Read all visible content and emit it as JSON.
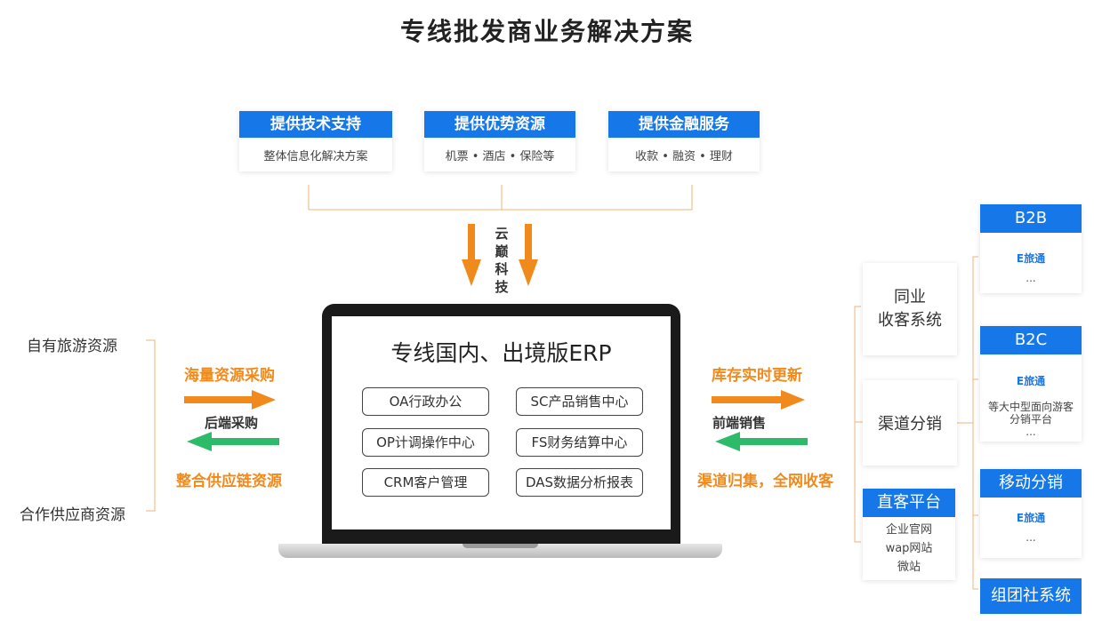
{
  "title": "专线批发商业务解决方案",
  "services": [
    {
      "label": "提供技术支持",
      "sub": "整体信息化解决方案"
    },
    {
      "label": "提供优势资源",
      "sub": "机票 • 酒店 • 保险等"
    },
    {
      "label": "提供金融服务",
      "sub": "收款 • 融资 • 理财"
    }
  ],
  "vendor": [
    "云",
    "巅",
    "科",
    "技"
  ],
  "left": {
    "source_top": "自有旅游资源",
    "source_bottom": "合作供应商资源",
    "flow_top": "海量资源采购",
    "flow_mid": "后端采购",
    "flow_bottom": "整合供应链资源"
  },
  "erp": {
    "title": "专线国内、出境版ERP",
    "modules": [
      "OA行政办公",
      "SC产品销售中心",
      "OP计调操作中心",
      "FS财务结算中心",
      "CRM客户管理",
      "DAS数据分析报表"
    ]
  },
  "right_flow": {
    "top": "库存实时更新",
    "mid": "前端销售",
    "bottom": "渠道归集，全网收客"
  },
  "channels": {
    "peer_line1": "同业",
    "peer_line2": "收客系统",
    "distribution": "渠道分销",
    "direct": "直客平台",
    "direct_items": [
      "企业官网",
      "wap网站",
      "微站"
    ]
  },
  "platforms": {
    "b2b": "B2B",
    "b2c": "B2C",
    "mobile": "移动分销",
    "group": "组团社系统",
    "etong": "E旅通",
    "dots": "...",
    "b2c_desc_1": "等大中型面向游客",
    "b2c_desc_2": "分销平台"
  },
  "colors": {
    "blue": "#1677e8",
    "orange": "#f08a1c",
    "green": "#2dbb6a",
    "bracket": "#f2b37a"
  }
}
